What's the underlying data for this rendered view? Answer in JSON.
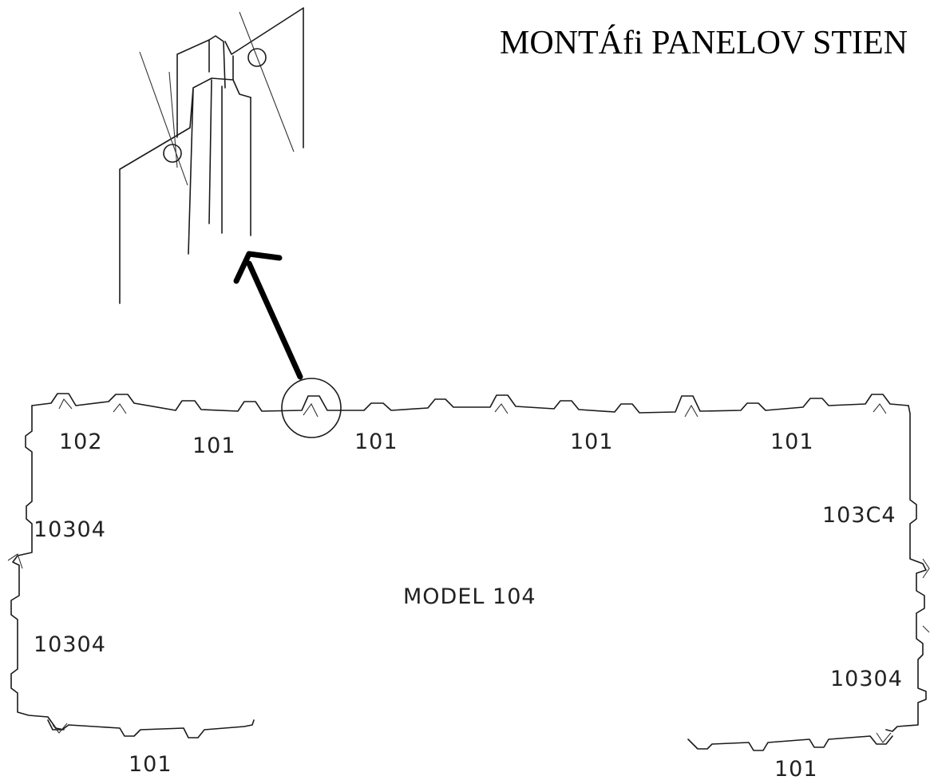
{
  "title": "MONTÁfi PANELOV STIEN",
  "model_label": "MODEL 104",
  "panels": {
    "top_left_corner": "102",
    "top_1": "101",
    "top_2": "101",
    "top_3": "101",
    "top_4": "101",
    "left_upper": "10304",
    "left_lower": "10304",
    "right_upper": "103C4",
    "right_lower": "10304",
    "bottom_left": "101",
    "bottom_right": "101"
  },
  "icons": {
    "arrow": "arrow-up-left-icon",
    "detail_circle": "circle-highlight-icon"
  }
}
